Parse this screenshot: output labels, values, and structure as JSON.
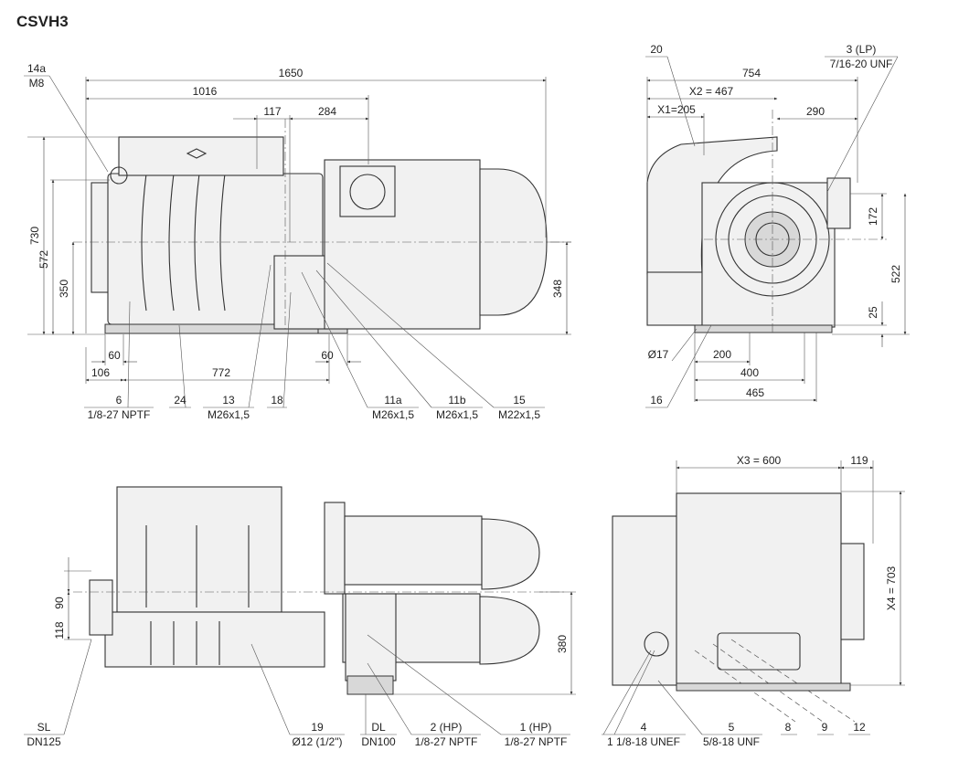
{
  "title": "CSVH3",
  "dims": {
    "d1650": "1650",
    "d1016": "1016",
    "d117": "117",
    "d284": "284",
    "d730": "730",
    "d572": "572",
    "d350": "350",
    "d348": "348",
    "d60a": "60",
    "d60b": "60",
    "d106": "106",
    "d772": "772",
    "d754": "754",
    "x2": "X2 = 467",
    "x1": "X1=205",
    "d290": "290",
    "d172": "172",
    "d522": "522",
    "d25": "25",
    "d200": "200",
    "d400": "400",
    "d465": "465",
    "dia17": "Ø17",
    "d90": "90",
    "d118": "118",
    "d380": "380",
    "x3": "X3 = 600",
    "d119": "119",
    "x4": "X4 = 703"
  },
  "callouts": {
    "c14a": {
      "top": "14a",
      "bottom": "M8"
    },
    "c6": {
      "top": "6",
      "bottom": "1/8-27 NPTF"
    },
    "c24": {
      "top": "24"
    },
    "c13": {
      "top": "13",
      "bottom": "M26x1,5"
    },
    "c18": {
      "top": "18"
    },
    "c11a": {
      "top": "11a",
      "bottom": "M26x1,5"
    },
    "c11b": {
      "top": "11b",
      "bottom": "M26x1,5"
    },
    "c15": {
      "top": "15",
      "bottom": "M22x1,5"
    },
    "c20": {
      "top": "20"
    },
    "c3": {
      "top": "3 (LP)",
      "bottom": "7/16-20 UNF"
    },
    "c16": {
      "top": "16"
    },
    "cSL": {
      "top": "SL",
      "bottom": "DN125"
    },
    "c19": {
      "top": "19",
      "bottom": "Ø12 (1/2\")"
    },
    "cDL": {
      "top": "DL",
      "bottom": "DN100"
    },
    "c2": {
      "top": "2 (HP)",
      "bottom": "1/8-27 NPTF"
    },
    "c1": {
      "top": "1 (HP)",
      "bottom": "1/8-27 NPTF"
    },
    "c4": {
      "top": "4",
      "bottom": "1 1/8-18 UNEF"
    },
    "c5": {
      "top": "5",
      "bottom": "5/8-18 UNF"
    },
    "c8": {
      "top": "8"
    },
    "c9": {
      "top": "9"
    },
    "c12": {
      "top": "12"
    }
  },
  "colors": {
    "line": "#333333",
    "fill": "#f1f1f1",
    "accent": "#d8d8d8"
  }
}
